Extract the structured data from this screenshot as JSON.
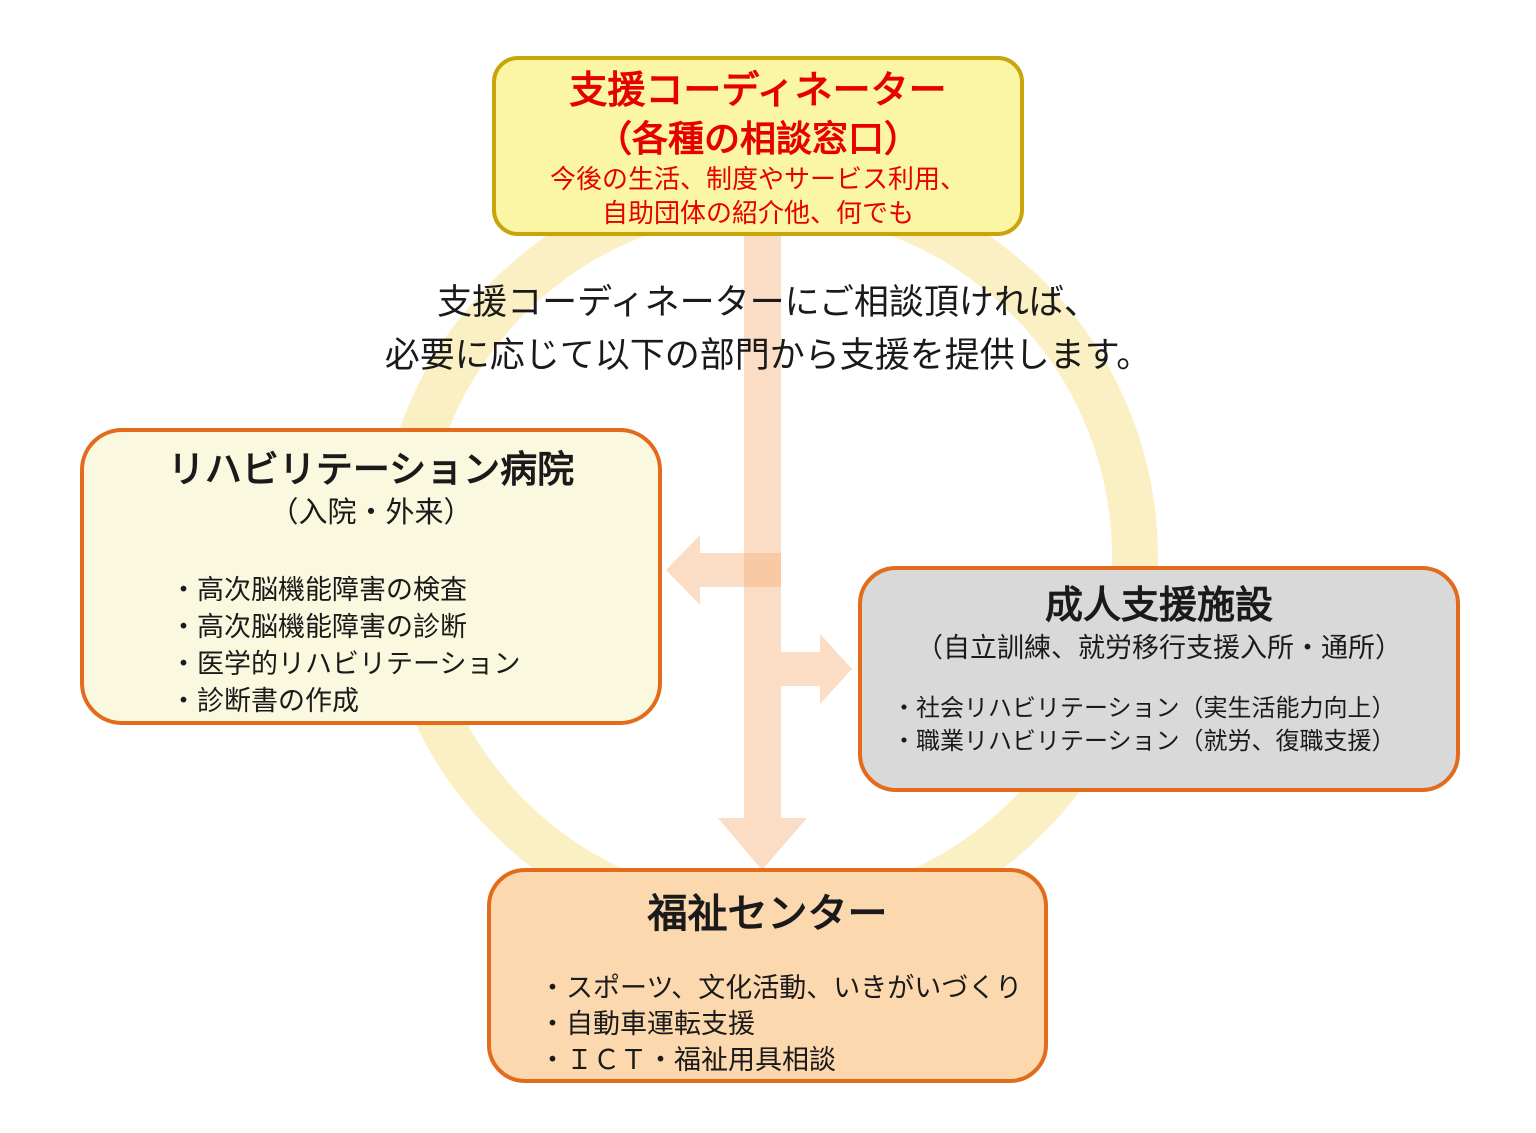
{
  "colors": {
    "top_box_bg": "#faf6a3",
    "top_box_border": "#c9a50a",
    "top_box_text_red": "#e60000",
    "orange_border": "#e26c1b",
    "rehab_box_bg": "#faf8df",
    "adult_box_bg": "#d9d9d9",
    "welfare_box_bg": "#fbd8ae",
    "ring_yellow": "#fbf0c4",
    "arrow_peach": "#f6b27c",
    "body_text": "#1a1a1a"
  },
  "top_box": {
    "title": "支援コーディネーター",
    "subtitle": "（各種の相談窓口）",
    "desc_line1": "今後の生活、制度やサービス利用、",
    "desc_line2": "自助団体の紹介他、何でも"
  },
  "intro": {
    "line1": "支援コーディネーターにご相談頂ければ、",
    "line2": "必要に応じて以下の部門から支援を提供します。"
  },
  "rehab_box": {
    "title": "リハビリテーション病院",
    "subtitle": "（入院・外来）",
    "bullets": [
      "・高次脳機能障害の検査",
      "・高次脳機能障害の診断",
      "・医学的リハビリテーション",
      "・診断書の作成"
    ]
  },
  "adult_box": {
    "title": "成人支援施設",
    "subtitle": "（自立訓練、就労移行支援入所・通所）",
    "bullets": [
      "・社会リハビリテーション（実生活能力向上）",
      "・職業リハビリテーション（就労、復職支援）"
    ]
  },
  "welfare_box": {
    "title": "福祉センター",
    "bullets": [
      "・スポーツ、文化活動、いきがいづくり",
      "・自動車運転支援",
      "・ＩＣＴ・福祉用具相談"
    ]
  }
}
